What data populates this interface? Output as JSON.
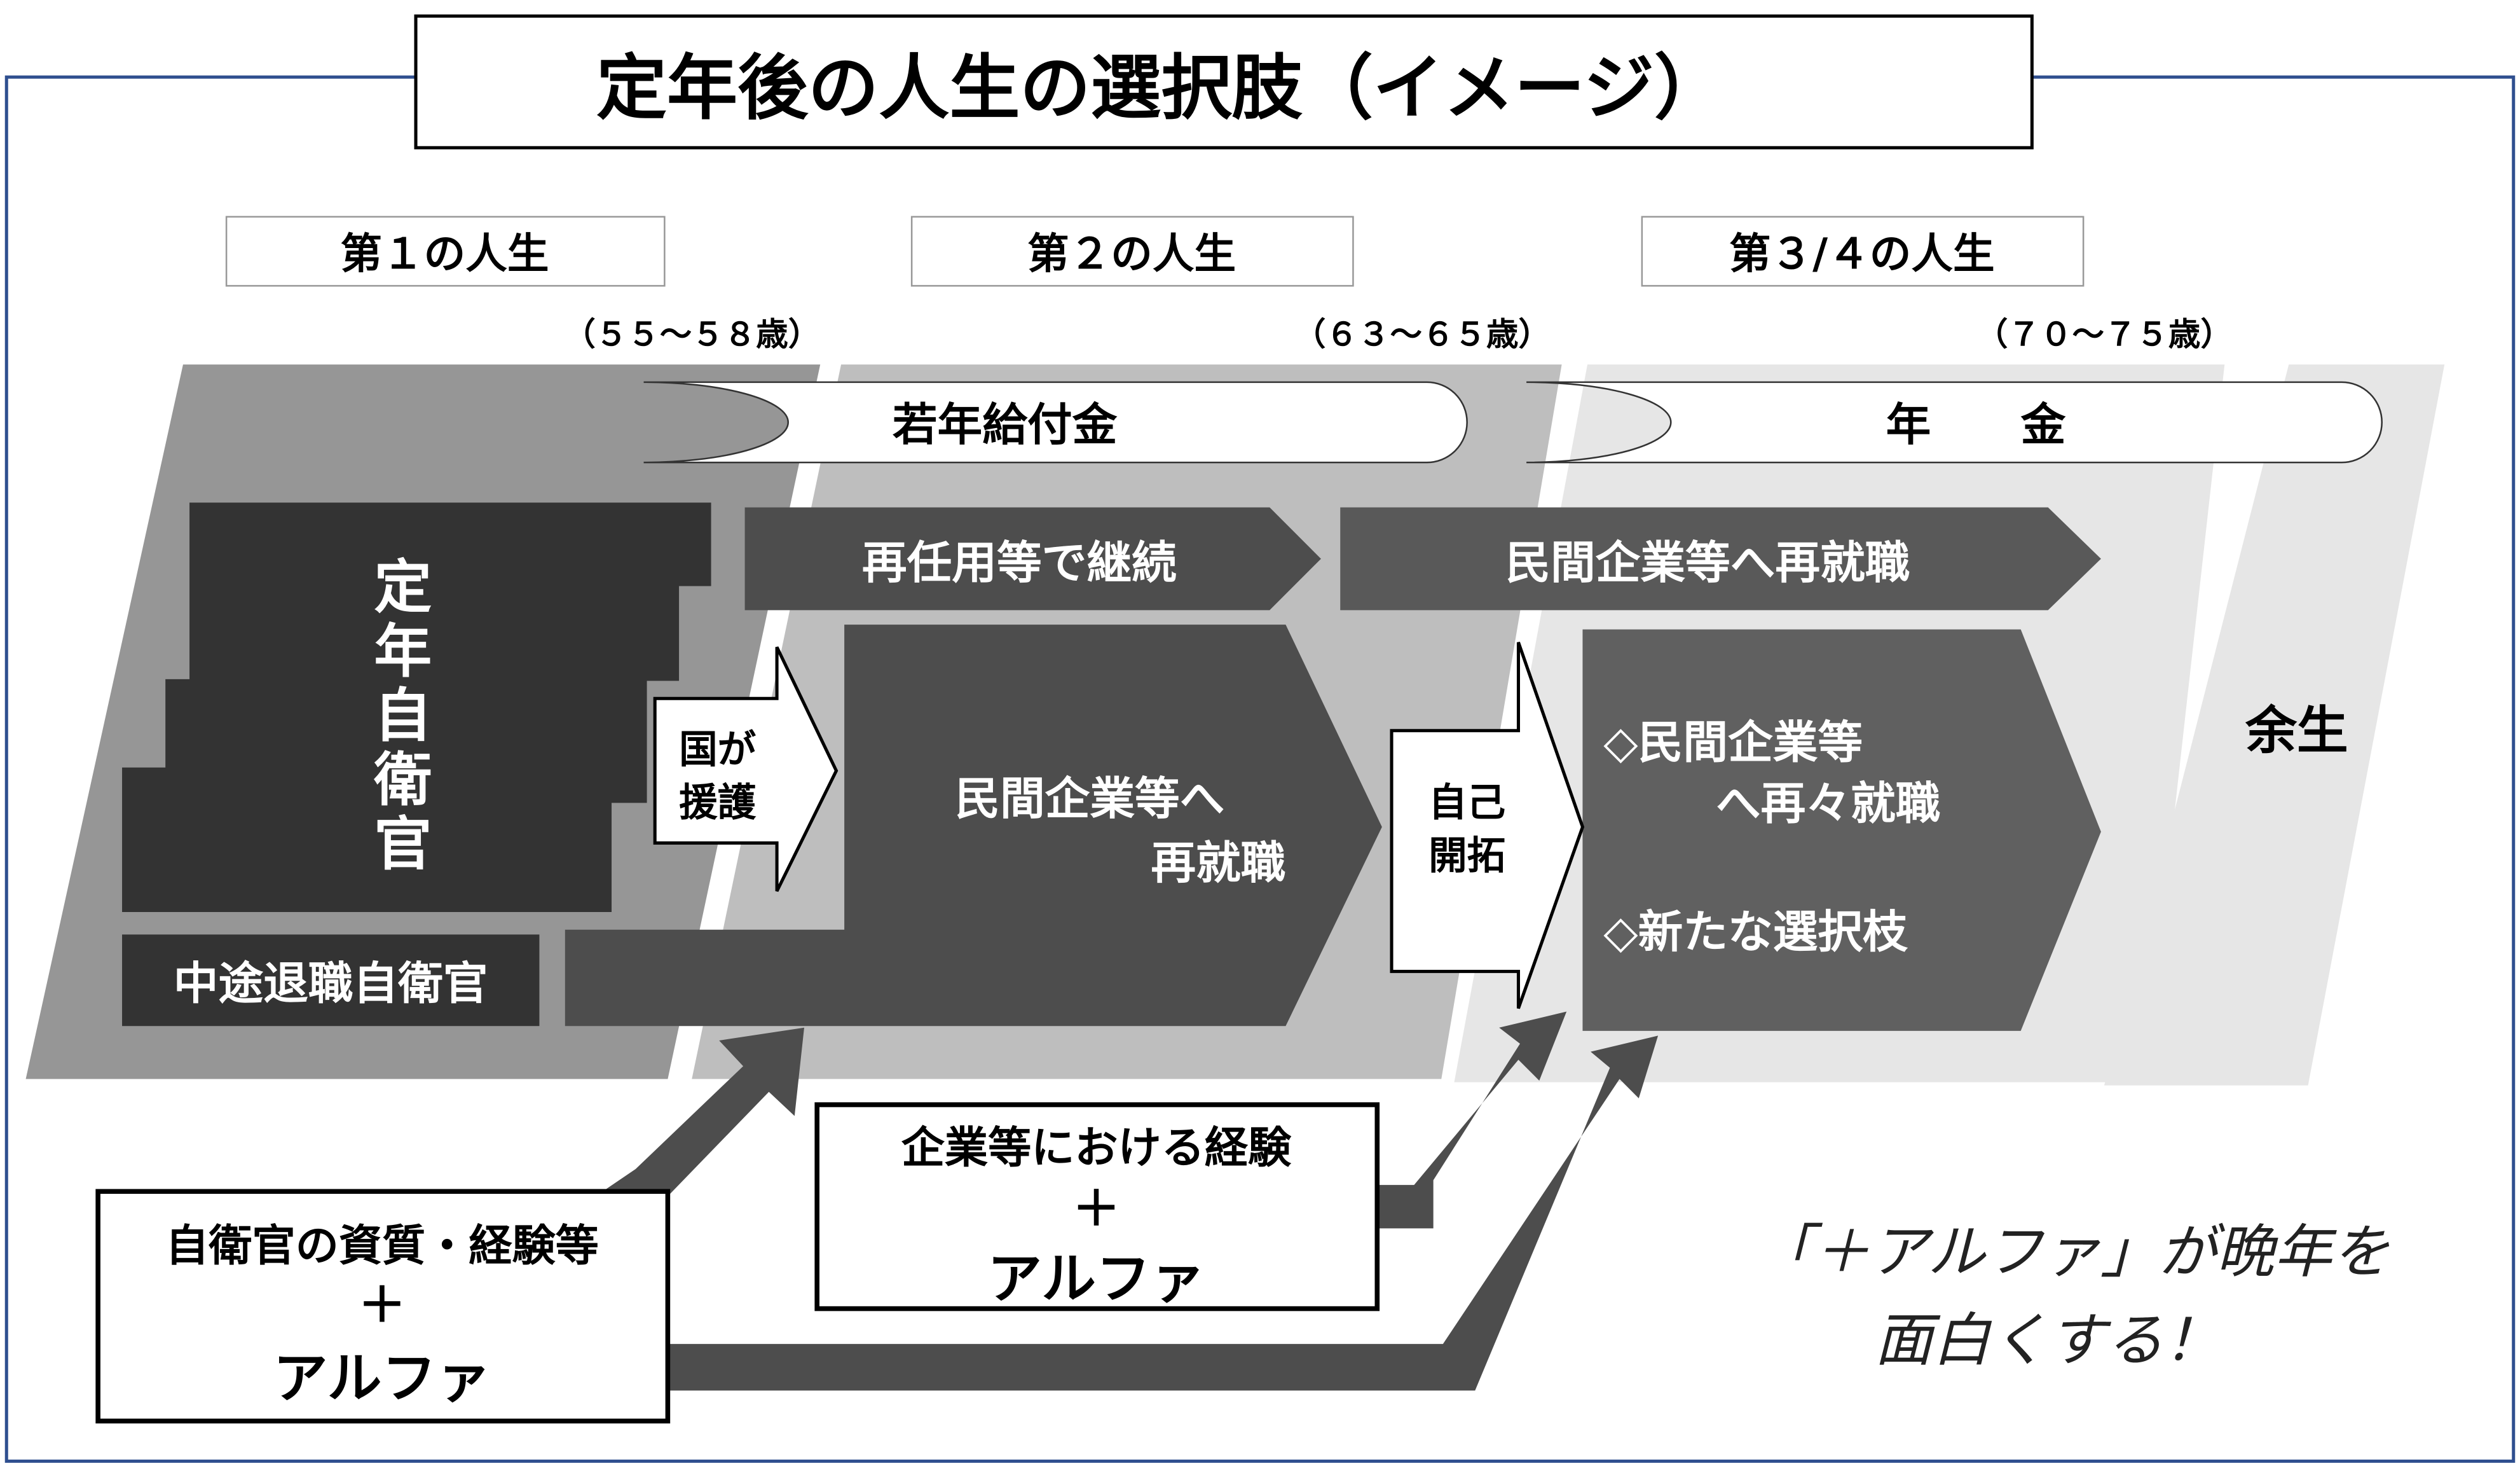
{
  "title": "定年後の人生の選択肢（イメージ）",
  "stages": [
    {
      "label": "第１の人生",
      "age": "（５５～５８歳）"
    },
    {
      "label": "第２の人生",
      "age": "（６３～６５歳）"
    },
    {
      "label": "第３/４の人生",
      "age": "（７０～７５歳）"
    }
  ],
  "benefits": {
    "youth": "若年給付金",
    "pension": "年　　金"
  },
  "first_life": {
    "retired_vertical": [
      "定",
      "年",
      "自",
      "衛",
      "官"
    ],
    "midcareer": "中途退職自衛官"
  },
  "support_arrow": [
    "国が",
    "援護"
  ],
  "self_arrow": [
    "自己",
    "開拓"
  ],
  "second_life": {
    "continue": "再任用等で継続",
    "reemploy": [
      "民間企業等へ",
      "再就職"
    ]
  },
  "third_life": {
    "reemploy_bar": "民間企業等へ再就職",
    "options": [
      "◇民間企業等",
      "へ再々就職",
      "◇新たな選択枝"
    ]
  },
  "remaining_life": "余生",
  "box_left": [
    "自衛官の資質・経験等",
    "＋",
    "アルファ"
  ],
  "box_mid": [
    "企業等における経験",
    "＋",
    "アルファ"
  ],
  "message": [
    "「＋アルファ」が晩年を",
    "面白くする！"
  ],
  "colors": {
    "band1": "#969696",
    "band2": "#bebebe",
    "band3": "#e6e6e6",
    "dark": "#333333",
    "arrow": "#4d4d4d",
    "frame": "#2f4f8f"
  }
}
